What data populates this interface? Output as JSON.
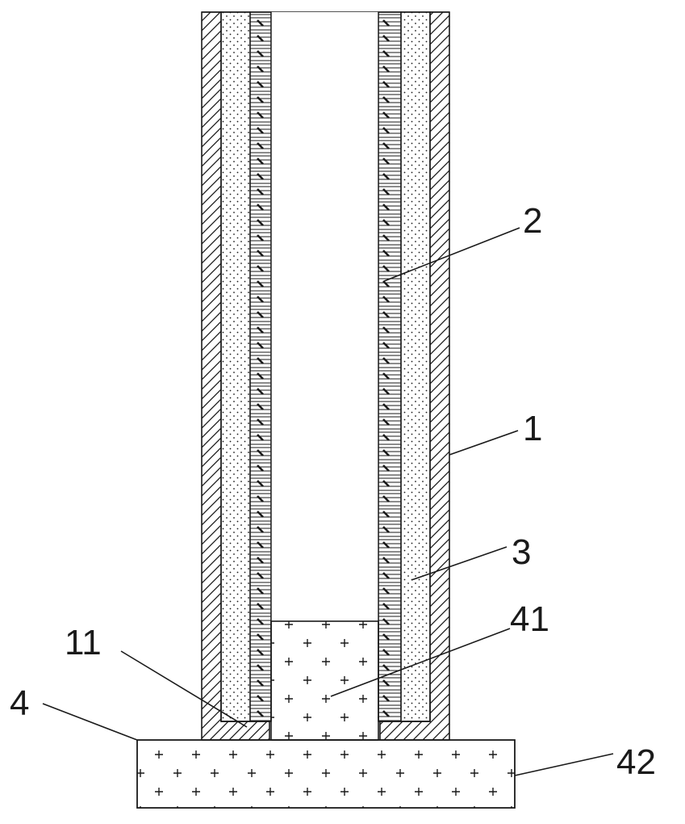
{
  "figure": {
    "labels": {
      "l1": "1",
      "l2": "2",
      "l3": "3",
      "l4": "4",
      "l11": "11",
      "l41": "41",
      "l42": "42"
    },
    "colors": {
      "line": "#1a1a1a",
      "background": "#ffffff"
    }
  }
}
